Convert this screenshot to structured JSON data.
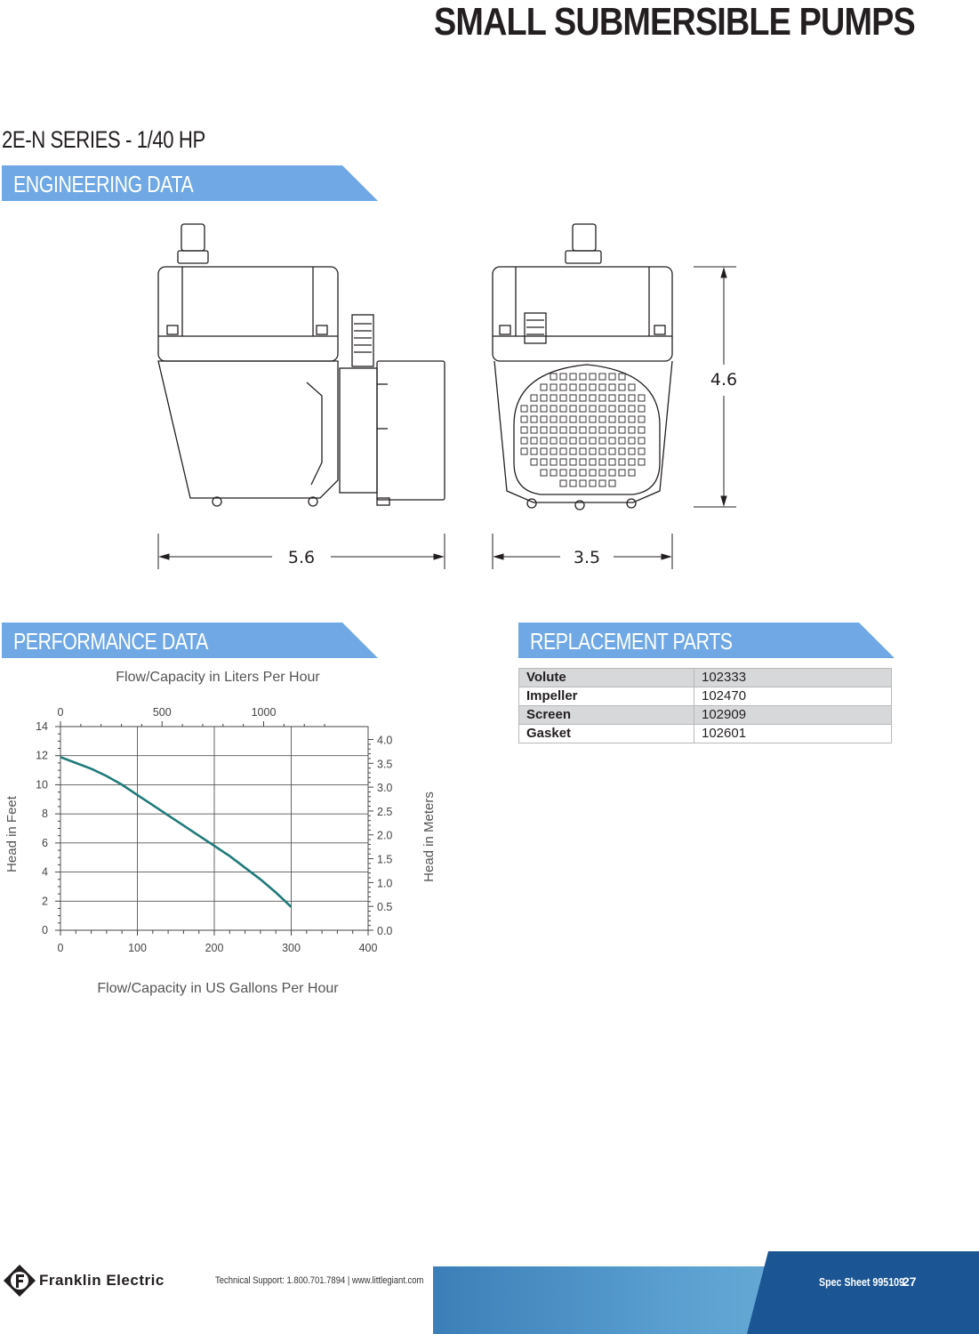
{
  "header": {
    "title": "SMALL SUBMERSIBLE PUMPS"
  },
  "series_title": "2E-N SERIES - 1/40 HP",
  "sections": {
    "engineering": "ENGINEERING DATA",
    "performance": "PERFORMANCE DATA",
    "replacement": "REPLACEMENT PARTS"
  },
  "dimensions": {
    "length": "5.6",
    "width": "3.5",
    "height": "4.6"
  },
  "parts": [
    {
      "name": "Volute",
      "number": "102333"
    },
    {
      "name": "Impeller",
      "number": "102470"
    },
    {
      "name": "Screen",
      "number": "102909"
    },
    {
      "name": "Gasket",
      "number": "102601"
    }
  ],
  "chart_data": {
    "type": "line",
    "top_axis_label": "Flow/Capacity in Liters Per Hour",
    "xlabel": "Flow/Capacity in US Gallons Per Hour",
    "ylabel": "Head in Feet",
    "y2label": "Head in Meters",
    "xlim": [
      0,
      400
    ],
    "ylim": [
      0,
      14
    ],
    "y2lim": [
      0,
      4.27
    ],
    "x_ticks": [
      "0",
      "100",
      "200",
      "300",
      "400"
    ],
    "x_tick_values": [
      0,
      100,
      200,
      300,
      400
    ],
    "top_ticks": [
      "0",
      "500",
      "1000"
    ],
    "top_tick_values": [
      0,
      500,
      1000
    ],
    "y_ticks": [
      "0",
      "2",
      "4",
      "6",
      "8",
      "10",
      "12",
      "14"
    ],
    "y_tick_values": [
      0,
      2,
      4,
      6,
      8,
      10,
      12,
      14
    ],
    "y2_ticks": [
      "0.0",
      "0.5",
      "1.0",
      "1.5",
      "2.0",
      "2.5",
      "3.0",
      "3.5",
      "4.0"
    ],
    "y2_tick_values": [
      0,
      0.5,
      1.0,
      1.5,
      2.0,
      2.5,
      3.0,
      3.5,
      4.0
    ],
    "grid": true,
    "line_color": "#1f7a7a",
    "series": [
      {
        "x": [
          0,
          20,
          40,
          60,
          80,
          100,
          120,
          140,
          160,
          180,
          200,
          220,
          240,
          260,
          280,
          300
        ],
        "values": [
          11.9,
          11.5,
          11.1,
          10.6,
          10.0,
          9.3,
          8.6,
          7.9,
          7.2,
          6.5,
          5.8,
          5.1,
          4.3,
          3.5,
          2.6,
          1.6
        ]
      }
    ]
  },
  "footer": {
    "brand": "Franklin Electric",
    "contact": "Technical Support: 1.800.701.7894  |  www.littlegiant.com",
    "sheet": "Spec Sheet 995109",
    "page": "27"
  },
  "colors": {
    "banner": "#6fa8e4",
    "footer_dark": "#1b5593",
    "curve": "#1f7a7a"
  }
}
